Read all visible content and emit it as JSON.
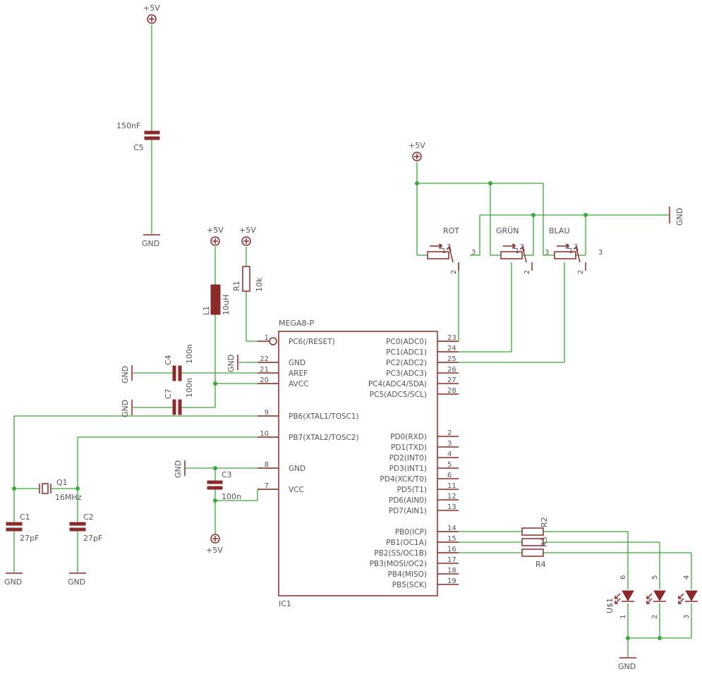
{
  "ic": {
    "name": "MEGA8-P",
    "ref": "IC1",
    "left_pins": [
      {
        "num": "1",
        "name": "PC6(/RESET)"
      },
      {
        "num": "22",
        "name": "GND"
      },
      {
        "num": "21",
        "name": "AREF"
      },
      {
        "num": "20",
        "name": "AVCC"
      },
      {
        "num": "9",
        "name": "PB6(XTAL1/TOSC1)"
      },
      {
        "num": "10",
        "name": "PB7(XTAL2/TOSC2)"
      },
      {
        "num": "8",
        "name": "GND"
      },
      {
        "num": "7",
        "name": "VCC"
      }
    ],
    "right_pins": [
      {
        "num": "23",
        "name": "PC0(ADC0)"
      },
      {
        "num": "24",
        "name": "PC1(ADC1)"
      },
      {
        "num": "25",
        "name": "PC2(ADC2)"
      },
      {
        "num": "26",
        "name": "PC3(ADC3)"
      },
      {
        "num": "27",
        "name": "PC4(ADC4/SDA)"
      },
      {
        "num": "28",
        "name": "PC5(ADC5/SCL)"
      },
      {
        "num": "2",
        "name": "PD0(RXD)"
      },
      {
        "num": "3",
        "name": "PD1(TXD)"
      },
      {
        "num": "4",
        "name": "PD2(INT0)"
      },
      {
        "num": "5",
        "name": "PD3(INT1)"
      },
      {
        "num": "6",
        "name": "PD4(XCK/T0)"
      },
      {
        "num": "11",
        "name": "PD5(T1)"
      },
      {
        "num": "12",
        "name": "PD6(AIN0)"
      },
      {
        "num": "13",
        "name": "PD7(AIN1)"
      },
      {
        "num": "14",
        "name": "PB0(ICP)"
      },
      {
        "num": "15",
        "name": "PB1(OC1A)"
      },
      {
        "num": "16",
        "name": "PB2(SS/OC1B)"
      },
      {
        "num": "17",
        "name": "PB3(MOSI/OC2)"
      },
      {
        "num": "18",
        "name": "PB4(MISO)"
      },
      {
        "num": "19",
        "name": "PB5(SCK)"
      }
    ]
  },
  "labels": {
    "vcc": "+5V",
    "gnd": "GND",
    "c5_ref": "C5",
    "c5_val": "150nF",
    "l1_ref": "L1",
    "l1_val": "10uH",
    "r1_ref": "R1",
    "r1_val": "10k",
    "c4_ref": "C4",
    "c4_val": "100n",
    "c7_ref": "C7",
    "c7_val": "100n",
    "c3_ref": "C3",
    "c3_val": "100n",
    "q1_ref": "Q1",
    "q1_val": "16MHz",
    "c1_ref": "C1",
    "c1_val": "27pF",
    "c2_ref": "C2",
    "c2_val": "27pF",
    "pot_rot": "ROT",
    "pot_gruen": "GRÜN",
    "pot_blau": "BLAU",
    "pot_pin1": "1",
    "pot_pin2": "2",
    "pot_pin3": "3",
    "r2_ref": "R2",
    "r3_ref": "R3",
    "r4_ref": "R4",
    "led_ref": "U$1",
    "led_pin6": "6",
    "led_pin5": "5",
    "led_pin4": "4",
    "led_pin1": "1",
    "led_pin2": "2",
    "led_pin3": "3"
  }
}
